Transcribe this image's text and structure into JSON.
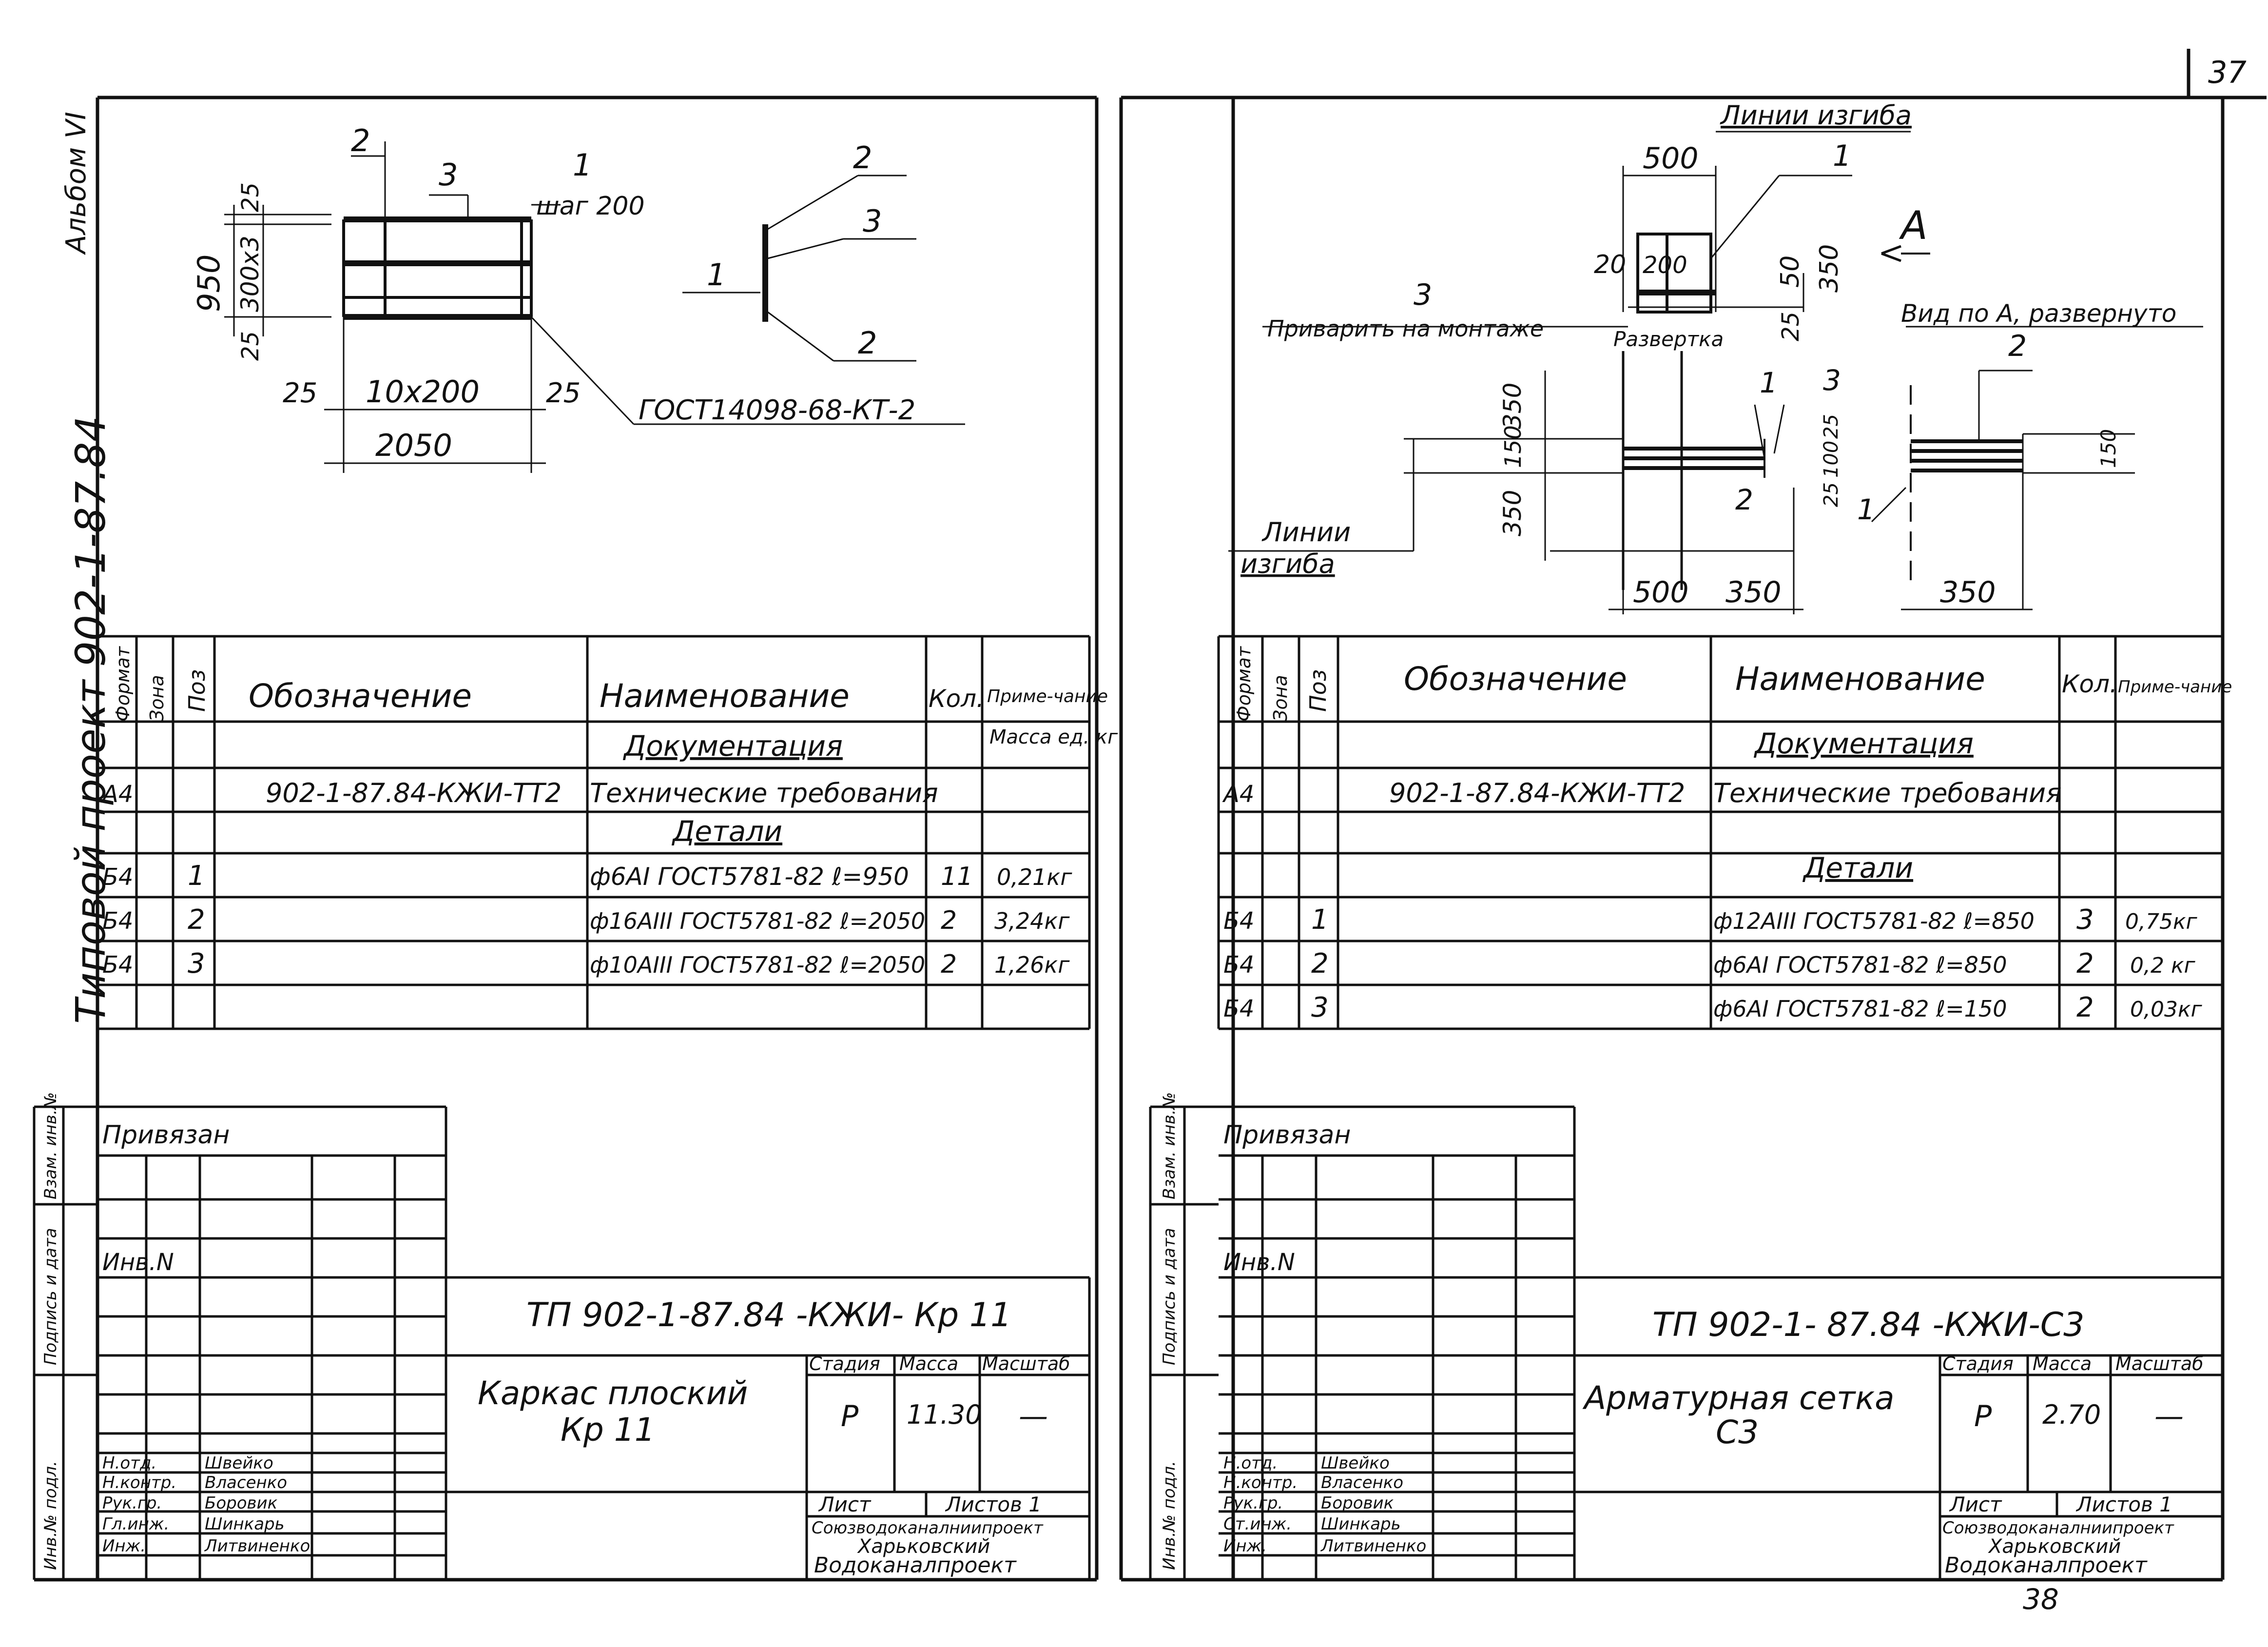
{
  "page_number_top": "37",
  "page_number_bottom": "38",
  "left_margin": {
    "series": "Типовой проект 902-1-87.84",
    "album": "Альбом VI"
  },
  "stamp_side_labels": [
    "Инв.№ подл.",
    "Подпись и дата",
    "Взам. инв.№"
  ],
  "left": {
    "drawing": {
      "dims": [
        "2",
        "3",
        "1",
        "шаг 200",
        "25",
        "950",
        "300х3",
        "25",
        "25",
        "10х200",
        "25",
        "2050"
      ],
      "section_labels": [
        "2",
        "3",
        "1",
        "2"
      ],
      "gost": "ГОСТ14098-68-КТ-2"
    },
    "spec": {
      "headers": [
        "Формат",
        "Зона",
        "Поз",
        "Обозначение",
        "Наименование",
        "Кол.",
        "Приме-чание"
      ],
      "doc_heading": "Документация",
      "mass_note": "Масса ед. кг",
      "tech_req_code": "902-1-87.84-КЖИ-ТТ2",
      "tech_req_name": "Технические требования",
      "details_heading": "Детали",
      "rows": [
        {
          "fmt": "Б4",
          "pos": "1",
          "name": "ф6АI ГОСТ5781-82 ℓ=950",
          "qty": "11",
          "note": "0,21кг"
        },
        {
          "fmt": "Б4",
          "pos": "2",
          "name": "ф16АIII ГОСТ5781-82 ℓ=2050",
          "qty": "2",
          "note": "3,24кг"
        },
        {
          "fmt": "Б4",
          "pos": "3",
          "name": "ф10АIII ГОСТ5781-82 ℓ=2050",
          "qty": "2",
          "note": "1,26кг"
        }
      ],
      "fmt_a4": "А4"
    },
    "stamp": {
      "linked": "Привязан",
      "inv": "Инв.N",
      "code": "ТП 902-1-87.84 -КЖИ- Кр 11",
      "title_1": "Каркас плоский",
      "title_2": "Кр 11",
      "stage_label": "Стадия",
      "mass_label": "Масса",
      "scale_label": "Масштаб",
      "stage": "Р",
      "mass": "11.30",
      "scale": "—",
      "sheet_label": "Лист",
      "sheets_label": "Листов 1",
      "org_1": "Союзводоканалниипроект",
      "org_2": "Харьковский",
      "org_3": "Водоканалпроект",
      "roles": [
        "Н.отд.",
        "Н.контр.",
        "Рук.гр.",
        "Гл.инж.",
        "Инж."
      ],
      "names": [
        "Швейко",
        "Власенко",
        "Боровик",
        "Шинкарь",
        "Литвиненко"
      ]
    }
  },
  "right": {
    "drawing": {
      "bend_lines_top": "Линии изгиба",
      "dim_500": "500",
      "pos_1": "1",
      "view_arrow": "А",
      "d20": "20",
      "d200": "200",
      "d50": "50",
      "d350": "350",
      "d25": "25",
      "pos_3": "3",
      "weld_note": "Приварить на монтаже",
      "unfold": "Развертка",
      "view_note": "Вид по А, развернуто",
      "pos_2": "2",
      "d350b": "350",
      "d150": "150",
      "d350c": "350",
      "d100": "100",
      "d25b": "25",
      "d25c": "25",
      "d150b": "150",
      "bend_lines_bottom_1": "Линии",
      "bend_lines_bottom_2": "изгиба",
      "bottom_500": "500",
      "bottom_350": "350",
      "bottom_350b": "350"
    },
    "spec": {
      "headers": [
        "Формат",
        "Зона",
        "Поз",
        "Обозначение",
        "Наименование",
        "Кол.",
        "Приме-чание"
      ],
      "doc_heading": "Документация",
      "tech_req_code": "902-1-87.84-КЖИ-ТТ2",
      "tech_req_name": "Технические требования",
      "details_heading": "Детали",
      "rows": [
        {
          "fmt": "Б4",
          "pos": "1",
          "name": "ф12АIII ГОСТ5781-82 ℓ=850",
          "qty": "3",
          "note": "0,75кг"
        },
        {
          "fmt": "Б4",
          "pos": "2",
          "name": "ф6АI ГОСТ5781-82 ℓ=850",
          "qty": "2",
          "note": "0,2 кг"
        },
        {
          "fmt": "Б4",
          "pos": "3",
          "name": "ф6АI ГОСТ5781-82 ℓ=150",
          "qty": "2",
          "note": "0,03кг"
        }
      ],
      "fmt_a4": "А4"
    },
    "stamp": {
      "linked": "Привязан",
      "inv": "Инв.N",
      "code": "ТП 902-1- 87.84 -КЖИ-С3",
      "title_1": "Арматурная сетка",
      "title_2": "С3",
      "stage_label": "Стадия",
      "mass_label": "Масса",
      "scale_label": "Масштаб",
      "stage": "Р",
      "mass": "2.70",
      "scale": "—",
      "sheet_label": "Лист",
      "sheets_label": "Листов 1",
      "org_1": "Союзводоканалниипроект",
      "org_2": "Харьковский",
      "org_3": "Водоканалпроект",
      "roles": [
        "Н.отд.",
        "Н.контр.",
        "Рук.гр.",
        "Ст.инж.",
        "Инж."
      ],
      "names": [
        "Швейко",
        "Власенко",
        "Боровик",
        "Шинкарь",
        "Литвиненко"
      ]
    }
  }
}
